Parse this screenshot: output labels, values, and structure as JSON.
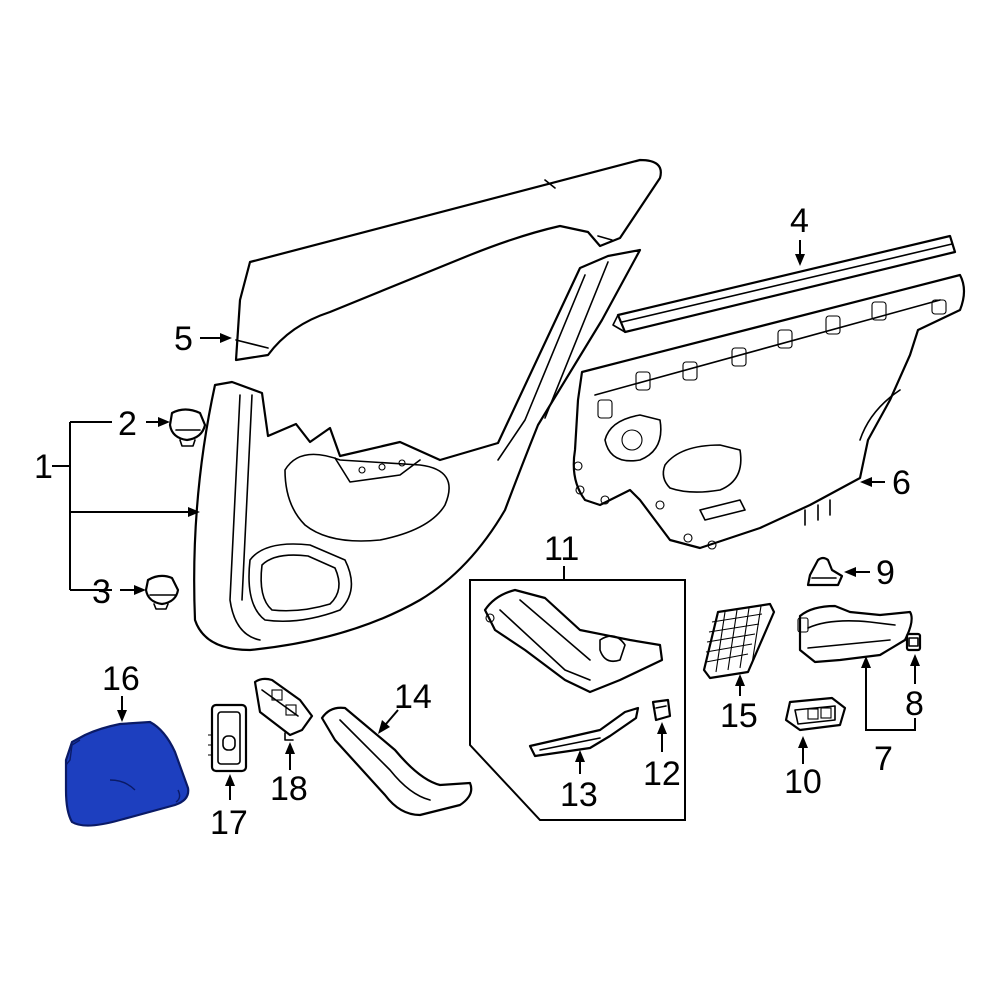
{
  "diagram": {
    "callouts": [
      "1",
      "2",
      "3",
      "4",
      "5",
      "6",
      "7",
      "8",
      "9",
      "10",
      "11",
      "12",
      "13",
      "14",
      "15",
      "16",
      "17",
      "18"
    ],
    "highlighted_part": "16",
    "colors": {
      "line": "#000000",
      "background": "#ffffff",
      "highlight": "#1d3fbf"
    }
  }
}
